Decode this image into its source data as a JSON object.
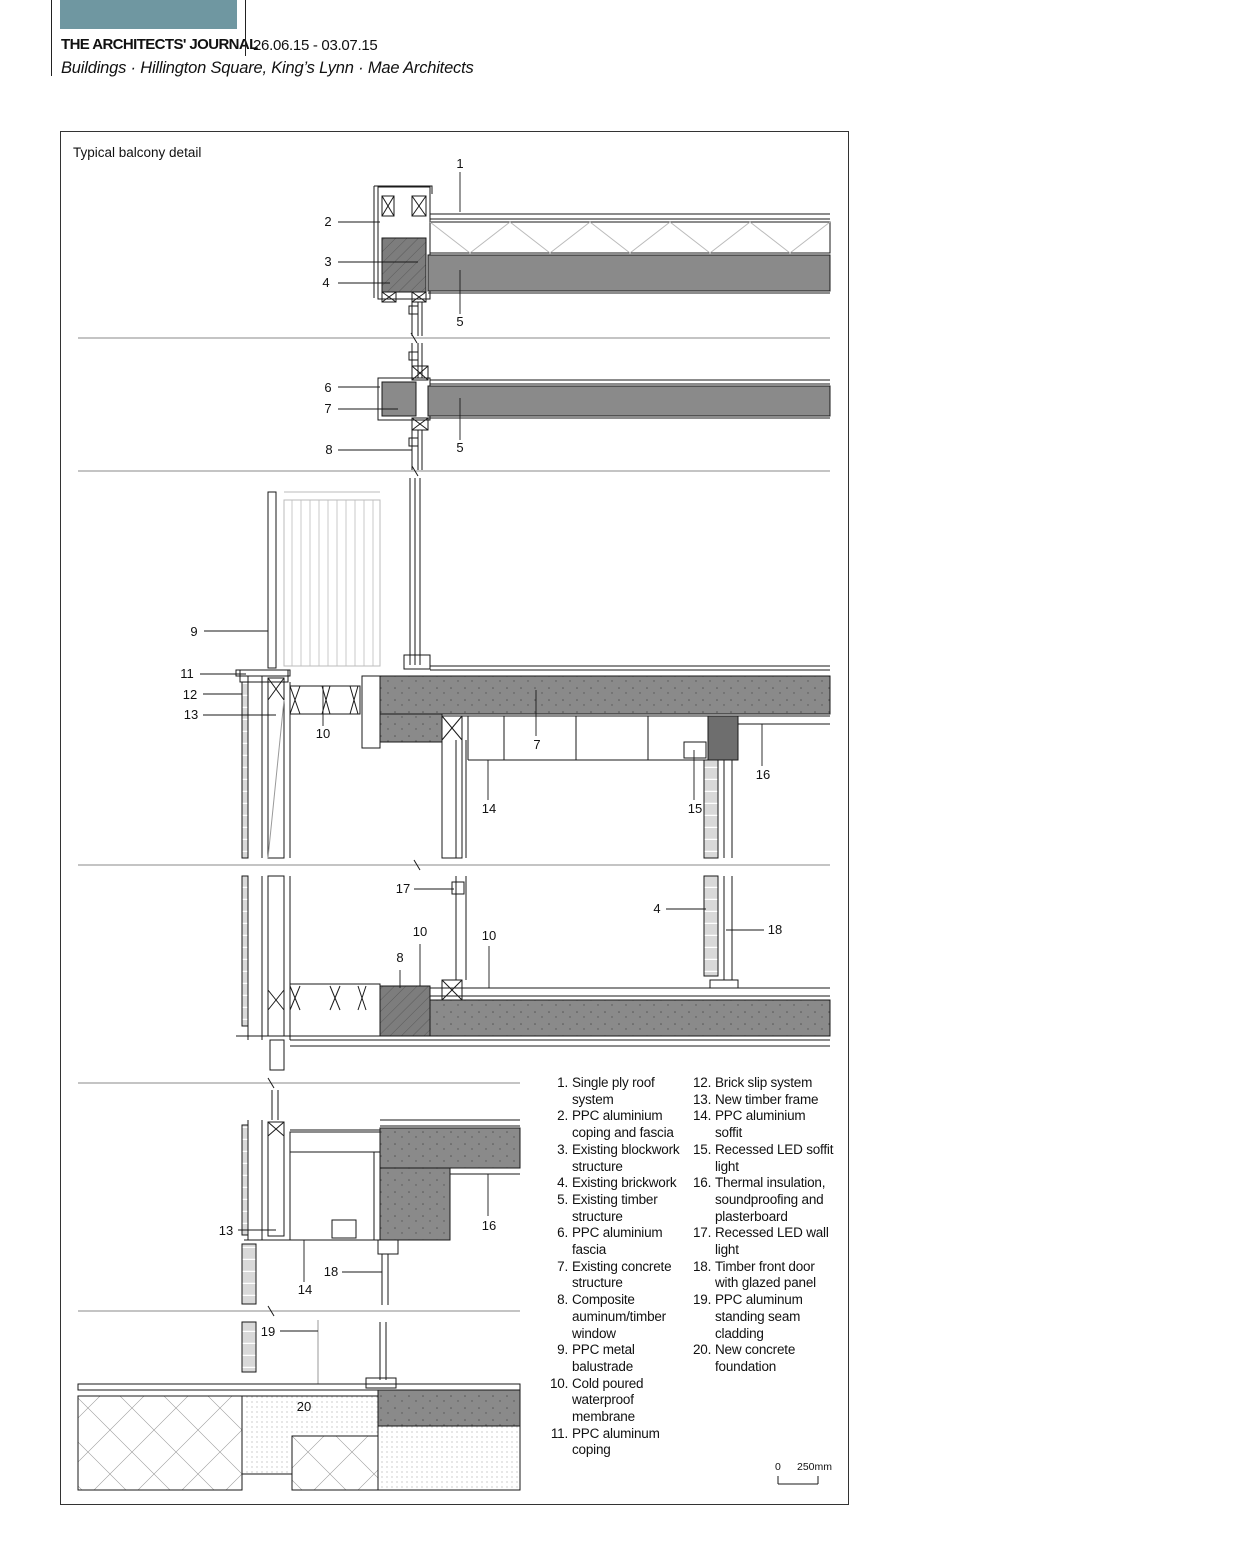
{
  "header": {
    "masthead": "THE ARCHITECTS' JOURNAL",
    "date": "26.06.15 - 03.07.15",
    "subtitle": "Buildings · Hillington Square, King’s Lynn · Mae Architects",
    "tab_color": "#6f97a1"
  },
  "drawing": {
    "title": "Typical balcony detail",
    "scale_zero": "0",
    "scale_value": "250mm",
    "callouts": [
      "1",
      "2",
      "3",
      "4",
      "5",
      "6",
      "7",
      "8",
      "5",
      "9",
      "11",
      "12",
      "13",
      "10",
      "7",
      "14",
      "15",
      "16",
      "17",
      "10",
      "10",
      "8",
      "4",
      "18",
      "13",
      "14",
      "18",
      "16",
      "19",
      "20"
    ]
  },
  "legend": {
    "col1": [
      {
        "n": "1.",
        "t": "Single ply roof system"
      },
      {
        "n": "2.",
        "t": "PPC aluminium coping and fascia"
      },
      {
        "n": "3.",
        "t": "Existing blockwork structure"
      },
      {
        "n": "4.",
        "t": "Existing brickwork"
      },
      {
        "n": "5.",
        "t": "Existing timber structure"
      },
      {
        "n": "6.",
        "t": "PPC aluminium fascia"
      },
      {
        "n": "7.",
        "t": "Existing concrete structure"
      },
      {
        "n": "8.",
        "t": "Composite auminum/timber window"
      },
      {
        "n": "9.",
        "t": "PPC metal balustrade"
      },
      {
        "n": "10.",
        "t": "Cold poured waterproof membrane"
      },
      {
        "n": "11.",
        "t": "PPC aluminum coping"
      }
    ],
    "col2": [
      {
        "n": "12.",
        "t": "Brick slip system"
      },
      {
        "n": "13.",
        "t": "New timber frame"
      },
      {
        "n": "14.",
        "t": "PPC aluminium soffit"
      },
      {
        "n": "15.",
        "t": "Recessed LED soffit light"
      },
      {
        "n": "16.",
        "t": "Thermal insulation, soundproofing and plasterboard"
      },
      {
        "n": "17.",
        "t": "Recessed LED wall light"
      },
      {
        "n": "18.",
        "t": "Timber front door with glazed panel"
      },
      {
        "n": "19.",
        "t": "PPC aluminum standing seam cladding"
      },
      {
        "n": "20.",
        "t": "New concrete foundation"
      }
    ]
  },
  "colors": {
    "concrete": "#8a8a8a",
    "concrete_dark": "#6e6e6e",
    "brick": "#cfcfcf",
    "line": "#1a1a1a"
  }
}
